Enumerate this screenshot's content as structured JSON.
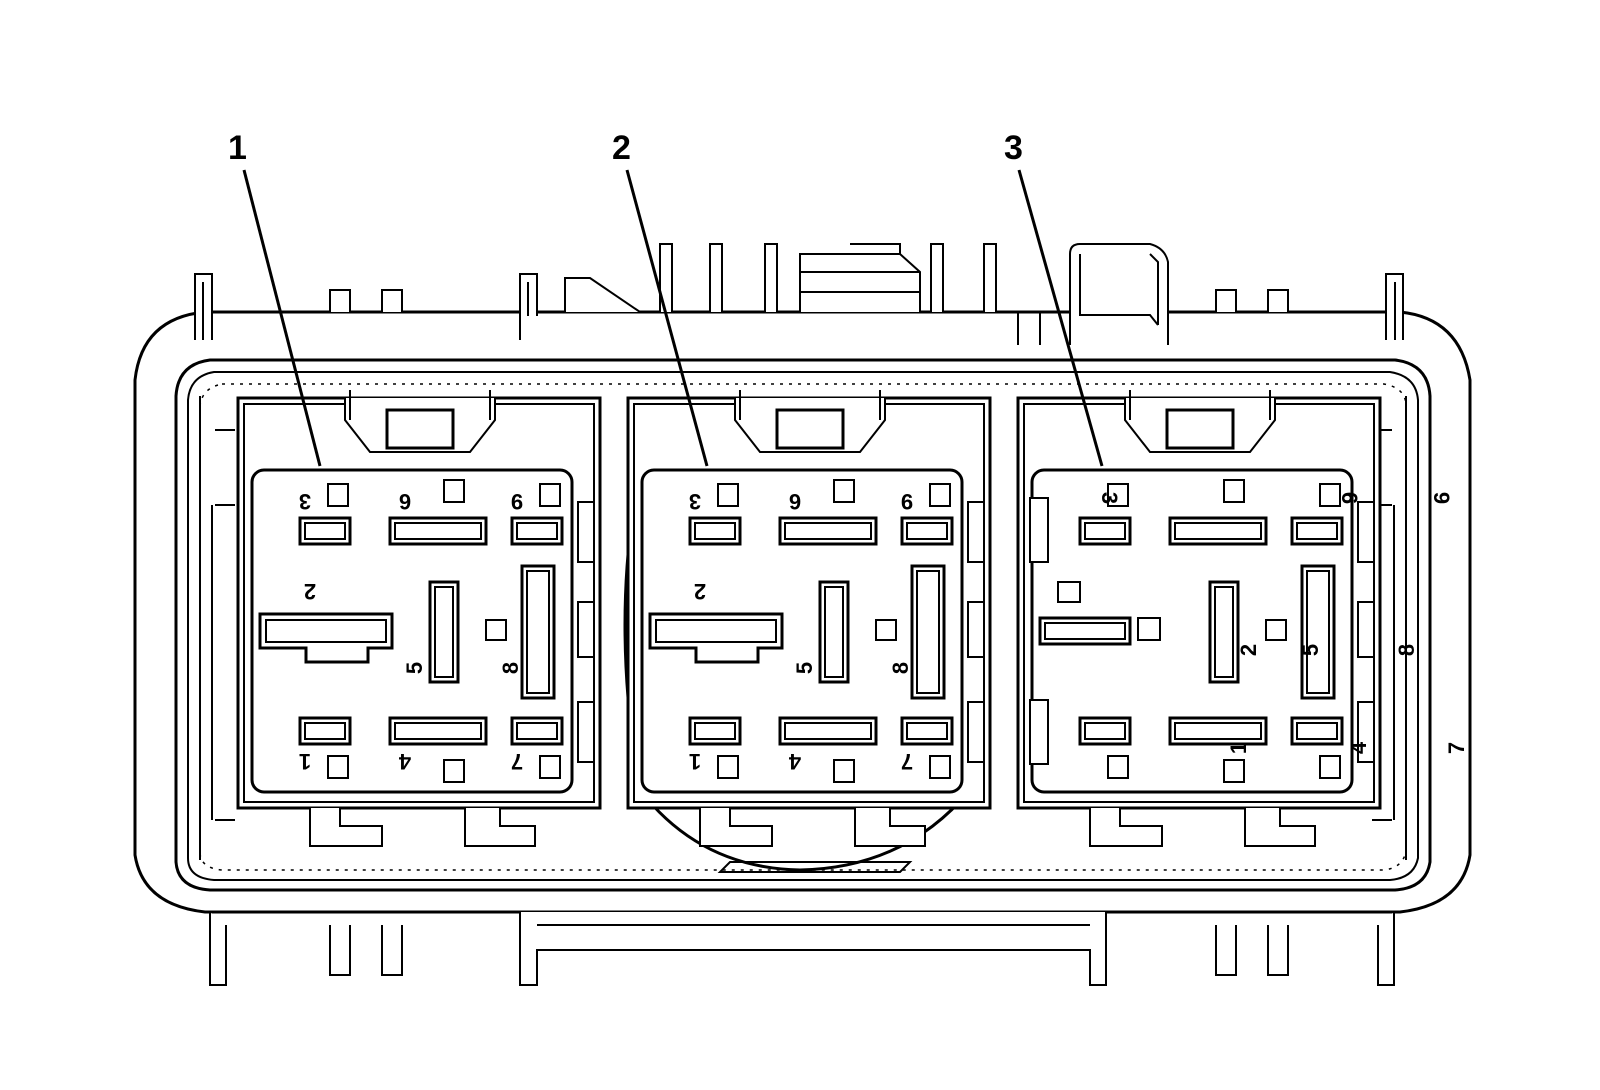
{
  "callouts": [
    {
      "label": "1"
    },
    {
      "label": "2"
    },
    {
      "label": "3"
    }
  ],
  "relays": [
    {
      "pins": [
        "1",
        "2",
        "3",
        "4",
        "5",
        "6",
        "7",
        "8",
        "9"
      ]
    },
    {
      "pins": [
        "1",
        "2",
        "3",
        "4",
        "5",
        "6",
        "7",
        "8",
        "9"
      ]
    },
    {
      "pins": [
        "1",
        "2",
        "3",
        "4",
        "5",
        "6",
        "7",
        "8",
        "9"
      ]
    }
  ]
}
